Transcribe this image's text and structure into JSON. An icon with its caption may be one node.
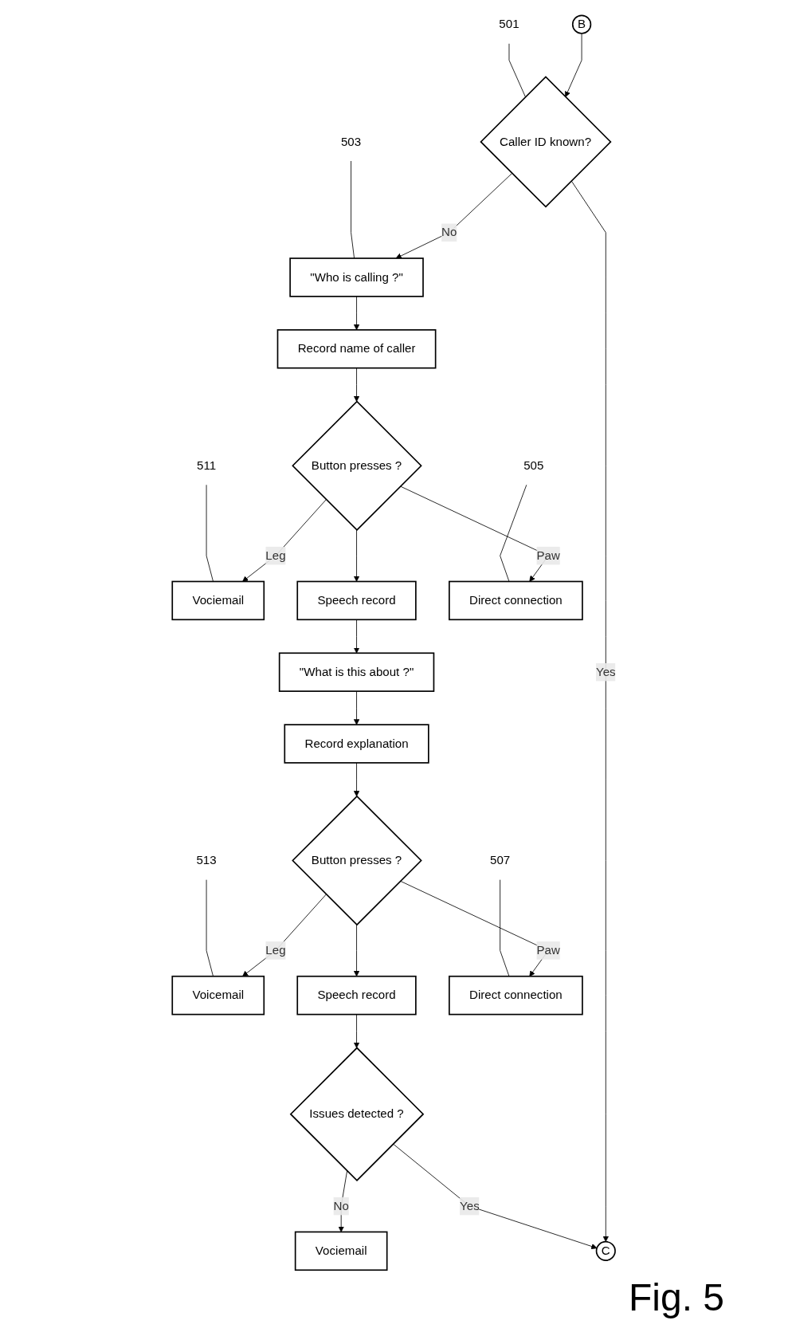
{
  "diagram": {
    "caption": "Fig. 5",
    "nodes": [
      {
        "text": [
          "B"
        ]
      },
      {
        "text": [
          "Caller ID known?"
        ]
      },
      {
        "text": [
          "\"Who is calling ?\""
        ]
      },
      {
        "text": [
          "503"
        ]
      },
      {
        "text": [
          "501"
        ]
      },
      {
        "text": [
          "Record name of caller"
        ]
      },
      {
        "text": [
          "Button presses ?"
        ]
      },
      {
        "text": [
          "Vociemail"
        ]
      },
      {
        "text": [
          "Speech record"
        ]
      },
      {
        "text": [
          "Direct connection"
        ]
      },
      {
        "text": [
          "511"
        ]
      },
      {
        "text": [
          "\"What is this about ?\""
        ]
      },
      {
        "text": [
          "505"
        ]
      },
      {
        "text": [
          "Record explanation"
        ]
      },
      {
        "text": [
          "Button presses ?"
        ]
      },
      {
        "text": [
          "Voicemail"
        ]
      },
      {
        "text": [
          "Speech record"
        ]
      },
      {
        "text": [
          "Direct connection"
        ]
      },
      {
        "text": [
          "513"
        ]
      },
      {
        "text": [
          "507"
        ]
      },
      {
        "text": [
          "Vociemail"
        ]
      },
      {
        "text": [
          "Issues detected ?"
        ]
      },
      {
        "text": [
          "C"
        ]
      }
    ],
    "edges": [
      {
        "from": 0,
        "to": 1,
        "arrow": "to"
      },
      {
        "from": 1,
        "to": 2,
        "label": "No",
        "arrow": "to"
      },
      {
        "from": 1,
        "to": 22,
        "label": "Yes",
        "arrow": "to"
      },
      {
        "from": 2,
        "to": 5,
        "arrow": "to"
      },
      {
        "from": 5,
        "to": 6,
        "arrow": "to"
      },
      {
        "from": 6,
        "to": 7,
        "label": "Leg",
        "arrow": "to"
      },
      {
        "from": 6,
        "to": 9,
        "label": "Paw",
        "arrow": "to"
      },
      {
        "from": 6,
        "to": 8,
        "arrow": "to"
      },
      {
        "from": 8,
        "to": 11,
        "arrow": "to"
      },
      {
        "from": 11,
        "to": 13,
        "arrow": "to"
      },
      {
        "from": 13,
        "to": 14,
        "arrow": "to"
      },
      {
        "from": 14,
        "to": 15,
        "label": "Leg",
        "arrow": "to"
      },
      {
        "from": 14,
        "to": 17,
        "label": "Paw",
        "arrow": "to"
      },
      {
        "from": 14,
        "to": 16,
        "arrow": "to"
      },
      {
        "from": 16,
        "to": 21,
        "arrow": "to"
      },
      {
        "from": 21,
        "to": 20,
        "label": "No",
        "arrow": "to"
      },
      {
        "from": 21,
        "to": 22,
        "label": "Yes",
        "arrow": "to"
      },
      {
        "from": 3,
        "to": 2,
        "arrow": "none"
      },
      {
        "from": 4,
        "to": 1,
        "arrow": "none"
      },
      {
        "from": 10,
        "to": 7,
        "arrow": "none"
      },
      {
        "from": 12,
        "to": 9,
        "arrow": "none"
      },
      {
        "from": 18,
        "to": 15,
        "arrow": "none"
      },
      {
        "from": 19,
        "to": 17,
        "arrow": "none"
      }
    ]
  }
}
